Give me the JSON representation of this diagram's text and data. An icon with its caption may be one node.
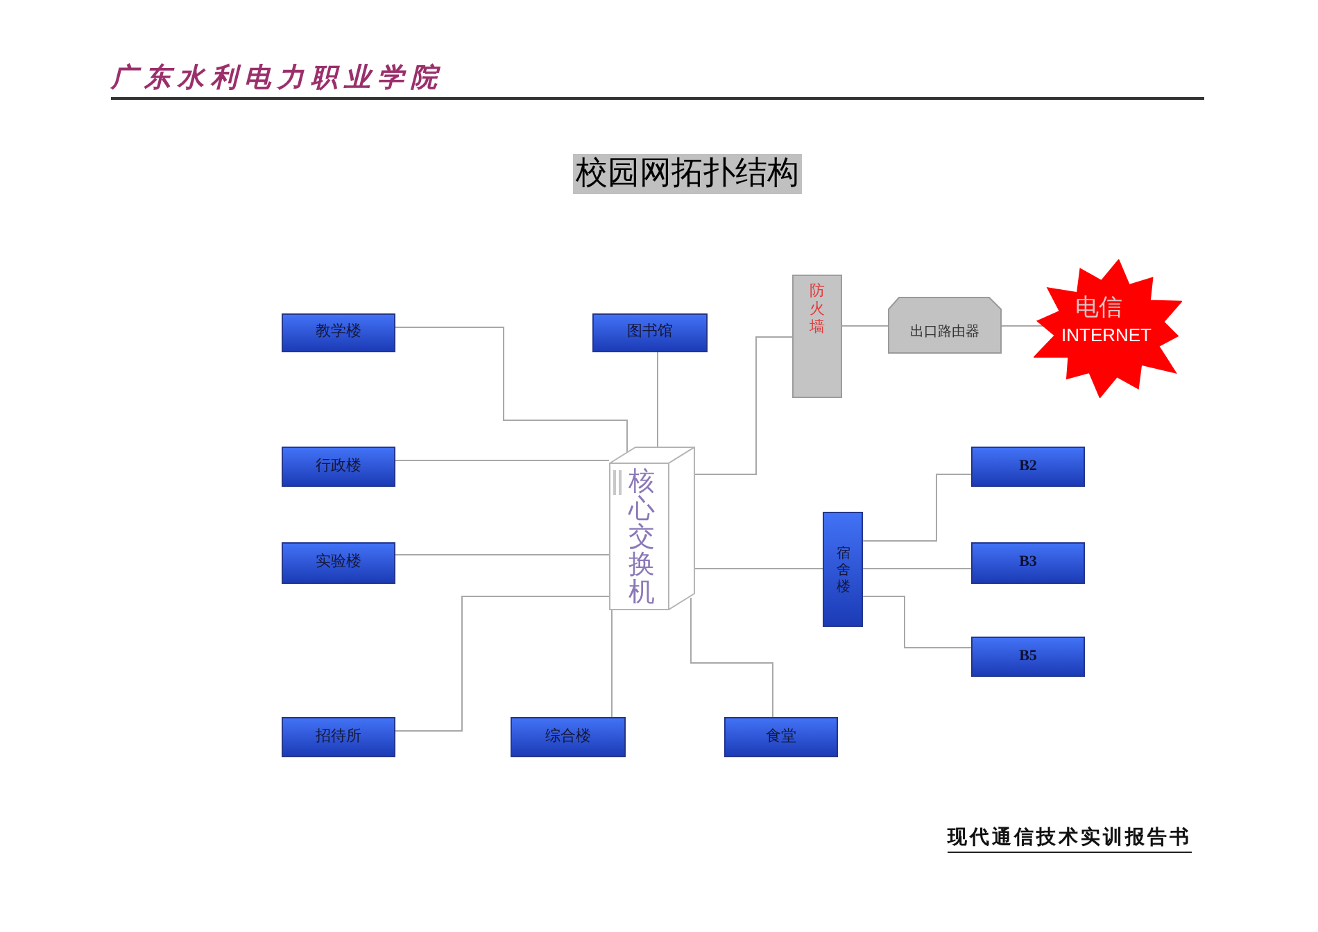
{
  "diagram": {
    "title": "校园网拓扑结构",
    "nodes": [
      {
        "text": [
          "教学楼"
        ]
      },
      {
        "text": [
          "图书馆"
        ]
      },
      {
        "text": [
          "防火墙"
        ]
      },
      {
        "text": [
          "出口路由器"
        ]
      },
      {
        "text": [
          "电信",
          "INTERNET"
        ]
      },
      {
        "text": [
          "行政楼"
        ]
      },
      {
        "text": [
          "核心交换机"
        ]
      },
      {
        "text": [
          "B2"
        ]
      },
      {
        "text": [
          "实验楼"
        ]
      },
      {
        "text": [
          "宿舍楼"
        ]
      },
      {
        "text": [
          "B3"
        ]
      },
      {
        "text": [
          "B5"
        ]
      },
      {
        "text": [
          "招待所"
        ]
      },
      {
        "text": [
          "综合楼"
        ]
      },
      {
        "text": [
          "食堂"
        ]
      }
    ],
    "edges": [
      {
        "from": 0,
        "to": 6,
        "arrow": "none"
      },
      {
        "from": 1,
        "to": 6,
        "arrow": "none"
      },
      {
        "from": 5,
        "to": 6,
        "arrow": "none"
      },
      {
        "from": 8,
        "to": 6,
        "arrow": "none"
      },
      {
        "from": 12,
        "to": 6,
        "arrow": "none"
      },
      {
        "from": 6,
        "to": 13,
        "arrow": "none"
      },
      {
        "from": 6,
        "to": 14,
        "arrow": "none"
      },
      {
        "from": 6,
        "to": 2,
        "arrow": "none"
      },
      {
        "from": 2,
        "to": 3,
        "arrow": "none"
      },
      {
        "from": 3,
        "to": 4,
        "arrow": "none"
      },
      {
        "from": 6,
        "to": 9,
        "arrow": "none"
      },
      {
        "from": 9,
        "to": 7,
        "arrow": "none"
      },
      {
        "from": 9,
        "to": 10,
        "arrow": "none"
      },
      {
        "from": 9,
        "to": 11,
        "arrow": "none"
      }
    ],
    "labels": [
      "广东水利电力职业学院",
      "现代通信技术实训报告书"
    ]
  }
}
